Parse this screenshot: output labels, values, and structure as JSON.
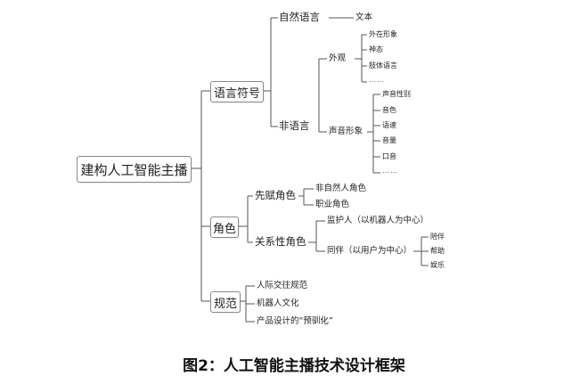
{
  "diagram": {
    "root": "建构人工智能主播",
    "branches": {
      "language_symbols": {
        "label": "语言符号",
        "natural_language": {
          "label": "自然语言",
          "child": "文本"
        },
        "non_language": {
          "label": "非语言",
          "appearance": {
            "label": "外观",
            "items": [
              "外在形象",
              "神态",
              "肢体语言",
              "……"
            ]
          },
          "voice_image": {
            "label": "声音形象",
            "items": [
              "声音性别",
              "音色",
              "语速",
              "音量",
              "口音",
              "……"
            ]
          }
        }
      },
      "role": {
        "label": "角色",
        "endowed_role": {
          "label": "先赋角色",
          "items": [
            "非自然人角色",
            "职业角色"
          ]
        },
        "relational_role": {
          "label": "关系性角色",
          "guardian": "监护人（以机器人为中心）",
          "companion": {
            "label": "同伴（以用户为中心）",
            "items": [
              "陪伴",
              "帮助",
              "娱乐"
            ]
          }
        }
      },
      "norms": {
        "label": "规范",
        "items": [
          "人际交往规范",
          "机器人文化",
          "产品设计的“预驯化”"
        ]
      }
    }
  },
  "caption": "图2：人工智能主播技术设计框架",
  "colors": {
    "line": "#555555",
    "box_border": "#8a8a8a",
    "text": "#222222"
  }
}
